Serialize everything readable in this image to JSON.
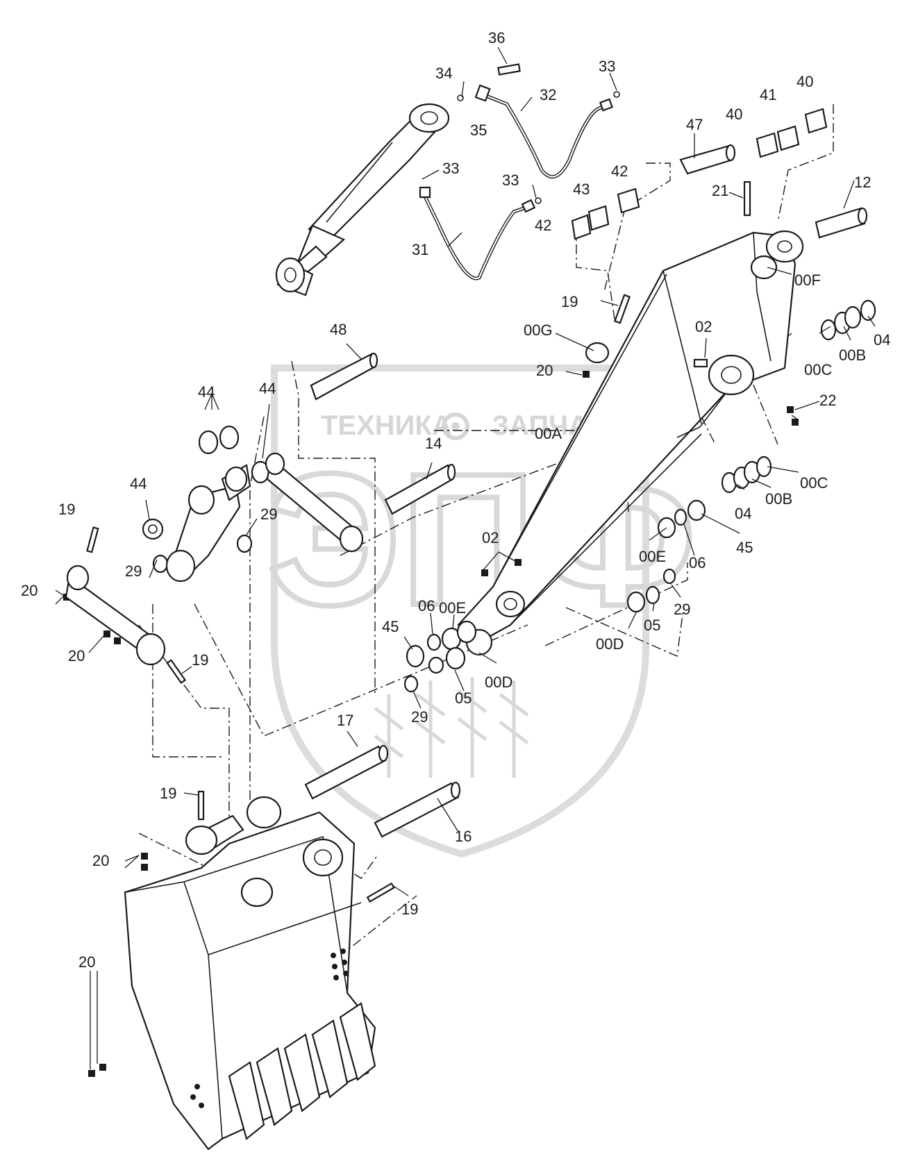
{
  "watermark": {
    "left_text": "ТЕХНИКА",
    "right_text": "ЗАПЧАСТИ",
    "logo_letters": "ЭПФ",
    "gear_icon": "gear-icon"
  },
  "callouts": [
    "36",
    "34",
    "35",
    "33",
    "32",
    "31",
    "33",
    "33",
    "47",
    "40",
    "41",
    "40",
    "42",
    "43",
    "42",
    "21",
    "12",
    "00F",
    "19",
    "00G",
    "20",
    "02",
    "00C",
    "00B",
    "04",
    "22",
    "48",
    "44",
    "44",
    "44",
    "14",
    "00A",
    "19",
    "29",
    "29",
    "20",
    "20",
    "19",
    "02",
    "00E",
    "06",
    "45",
    "17",
    "00D",
    "05",
    "29",
    "00E",
    "06",
    "45",
    "00D",
    "05",
    "29",
    "19",
    "20",
    "16",
    "19",
    "20",
    "04",
    "00B",
    "00C"
  ],
  "colors": {
    "ink": "#1a1a1a",
    "watermark": "#d6d6d6",
    "background": "#ffffff"
  }
}
